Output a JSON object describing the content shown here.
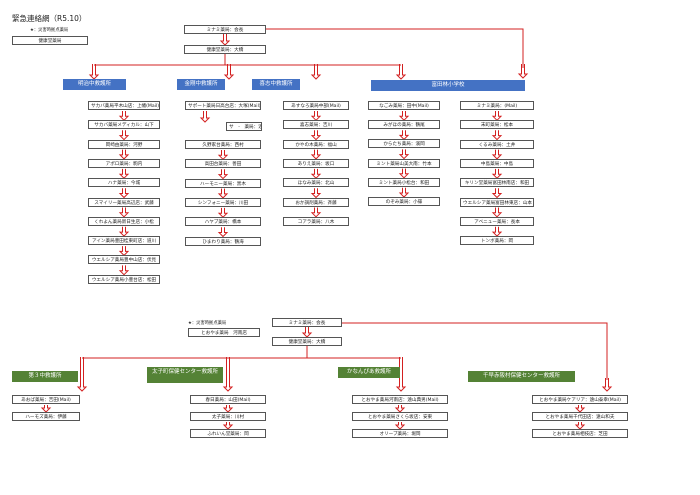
{
  "title": "緊急連絡網（R5.10）",
  "legend": {
    "note": "★：災害時拠点薬局",
    "box": "健康堂薬局"
  },
  "top": {
    "president": "ミナミ薬局：会長",
    "vice": "健康堂薬局：大橋"
  },
  "centers_top": [
    {
      "label": "明治中救護所",
      "items": [
        "サカバ薬局平木山店：上幡(Mail)",
        "サカバ薬局メディカル：山下",
        "岡崎由薬局：河野",
        "アポロ薬局：駒内",
        "ハナ薬局：今城",
        "スマイリー薬局高辺店：武藤",
        "くれよん薬局新日生店：小松",
        "アイン薬局豊田桂東町店：道川",
        "ウエルシア薬局豊中山店：伏見",
        "ウエルシア薬局小豊台店：松田"
      ]
    },
    {
      "label": "金剛中救護所",
      "items": [
        "サポート薬局日高台店：大塚(Mail)",
        "サ　-　薬局：近見",
        "久野家台薬局：西村",
        "高田台薬局：善田",
        "ハーモニー薬局：黒木",
        "シンフォニー薬局：川田",
        "ハヤブ薬局：橋本",
        "ひまわり薬局：鶴海"
      ]
    },
    {
      "label": "喜志中救護所",
      "items": [
        "あすなろ薬局中部(Mail)",
        "喜志薬局：吉川",
        "かやの木薬局：福山",
        "ありえ薬局：坂口",
        "ほなみ薬局：北山",
        "おか調剤薬局：斉藤",
        "コアラ薬局：八木"
      ]
    },
    {
      "label": "富田林小学校",
      "items": [
        "なごみ薬局：田中(Mail)",
        "みがほの薬局：鶴尾",
        "からたち薬局：濱岡",
        "ミント薬局山美大南：竹本",
        "ミント薬局小松台：和田",
        "のぞみ薬局：小篠"
      ]
    },
    {
      "label": "",
      "items": [
        "ミナミ薬局：(Mail)",
        "末町薬局：松本",
        "くるみ薬局：土井",
        "中島薬局：中島",
        "キリン堂薬局富田林南店：和田",
        "ウエルシア薬局富田林東店：山本",
        "アベニュー薬局：長本",
        "トンボ薬局：岡"
      ]
    }
  ],
  "bottom": {
    "note": "★：災害時拠点薬局",
    "note_box": "とおやま薬局　河南店",
    "president": "ミナミ薬局：会長",
    "vice": "健康堂薬局：大橋",
    "centers": [
      {
        "label": "第３中救護所",
        "items": [
          "あおば薬局：吉田(Mail)",
          "ハーモズ薬局：伊藤"
        ]
      },
      {
        "label": "太子町保健センター救護所",
        "items": [
          "春日薬局：山田(Mail)",
          "太子薬局：川村",
          "ふれいん堂薬局：岡"
        ]
      },
      {
        "label": "かなんぴあ救護所",
        "items": [
          "とおやま薬局河南店：遠山典男(Mail)",
          "とおやま薬局さくら坂店：安東",
          "オリーブ薬局：堀岡"
        ]
      },
      {
        "label": "千早赤阪村保健センター救護所",
        "items": [
          "とおやま薬局ケアリア：遠山泰幸(Mail)",
          "とおやま薬局千代田店：遠山和夫",
          "とおやま薬局相技店：芝田"
        ]
      }
    ]
  },
  "colors": {
    "arrow": "#d32020",
    "header_blue": "#4472c4",
    "header_green": "#548235"
  }
}
